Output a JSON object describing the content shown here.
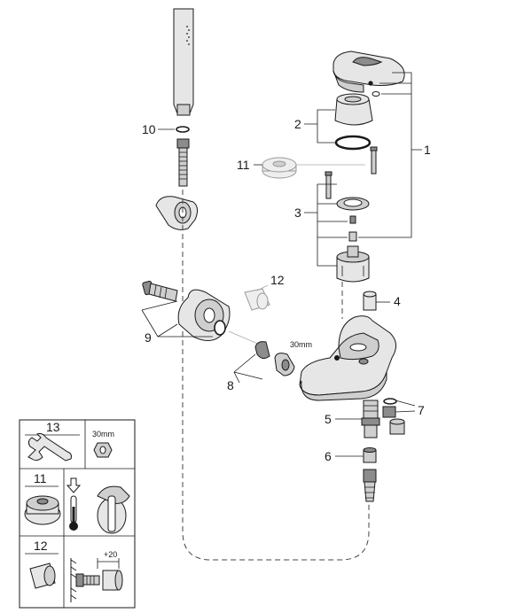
{
  "callouts": {
    "c1": "1",
    "c2": "2",
    "c3": "3",
    "c4": "4",
    "c5": "5",
    "c6": "6",
    "c7": "7",
    "c8": "8",
    "c9": "9",
    "c10": "10",
    "c11": "11",
    "c12": "12"
  },
  "dimension_30mm": "30mm",
  "legend": {
    "row13_number": "13",
    "row13_size": "30mm",
    "row11_number": "11",
    "row12_number": "12",
    "row12_offset": "+20"
  }
}
